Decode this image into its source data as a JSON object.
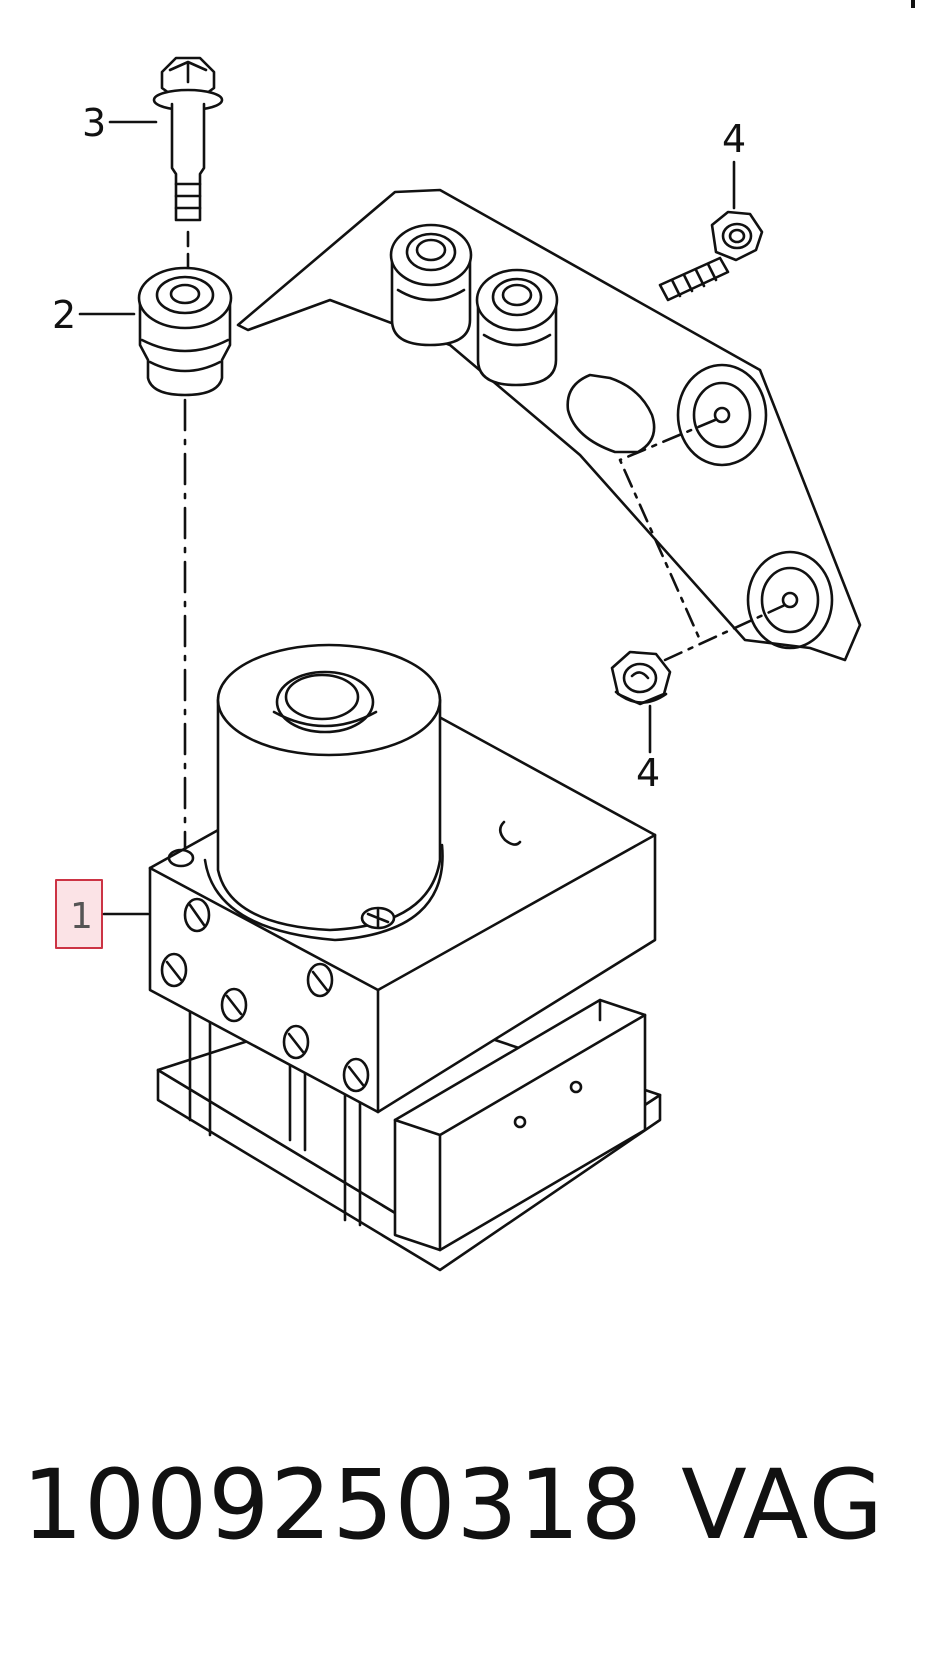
{
  "diagram": {
    "callouts": {
      "part_1": "1",
      "part_2": "2",
      "part_3": "3",
      "part_4_top": "4",
      "part_4_bottom": "4"
    },
    "highlight_color": "#cc3344"
  },
  "footer": {
    "part_number": "1009250318",
    "brand": "VAG"
  }
}
